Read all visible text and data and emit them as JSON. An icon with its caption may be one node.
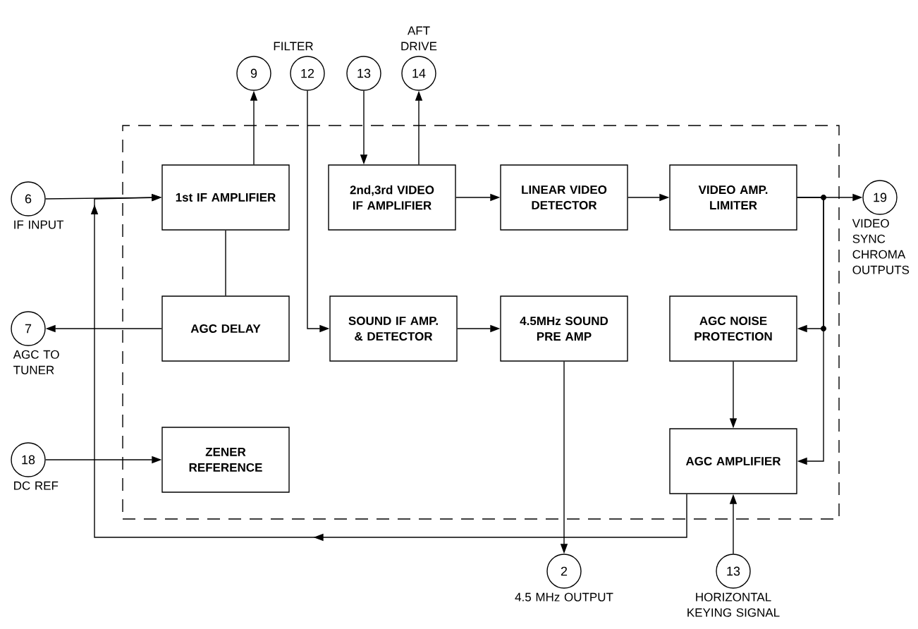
{
  "diagram": {
    "nodes": [
      {
        "text": [],
        "shape": "box"
      },
      {
        "text": [
          "1st IF AMPLIFIER"
        ],
        "in": 0
      },
      {
        "text": [
          "2nd,3rd VIDEO IF AMPLIFIER"
        ],
        "in": 0
      },
      {
        "text": [
          "LINEAR VIDEO DETECTOR"
        ],
        "in": 0
      },
      {
        "text": [
          "VIDEO AMP. LIMITER"
        ],
        "in": 0
      },
      {
        "text": [
          "AGC DELAY"
        ],
        "in": 0
      },
      {
        "text": [
          "SOUND IF AMP. & DETECTOR"
        ],
        "in": 0
      },
      {
        "text": [
          "4.5MHz SOUND PRE AMP"
        ],
        "in": 0
      },
      {
        "text": [
          "AGC NOISE PROTECTION"
        ],
        "in": 0
      },
      {
        "text": [
          "ZENER REFERENCE"
        ],
        "in": 0
      },
      {
        "text": [
          "AGC AMPLIFIER"
        ],
        "in": 0
      },
      {
        "text": [
          "6"
        ],
        "beside": [
          "IF INPUT"
        ]
      },
      {
        "text": [
          "7"
        ],
        "beside": [
          "AGC TO TUNER"
        ]
      },
      {
        "text": [
          "18"
        ],
        "beside": [
          "DC REF"
        ]
      },
      {
        "text": [
          "9"
        ]
      },
      {
        "text": [
          "12"
        ],
        "beside": [
          "FILTER"
        ]
      },
      {
        "text": [
          "13"
        ]
      },
      {
        "text": [
          "14"
        ],
        "beside": [
          "AFT DRIVE"
        ]
      },
      {
        "text": [
          "19"
        ],
        "beside": [
          "VIDEO SYNC CHROMA OUTPUTS"
        ]
      },
      {
        "text": [
          "2"
        ],
        "beside": [
          "4.5 MHz OUTPUT"
        ]
      },
      {
        "text": [
          "13"
        ],
        "beside": [
          "HORIZONTAL KEYING SIGNAL"
        ]
      }
    ],
    "edges": [
      {
        "from": 11,
        "to": 1,
        "arrow": "to"
      },
      {
        "from": 1,
        "to": 14,
        "arrow": "to"
      },
      {
        "from": 1,
        "to": 5,
        "arrow": "none"
      },
      {
        "from": 5,
        "to": 12,
        "arrow": "to"
      },
      {
        "from": 15,
        "to": 6,
        "arrow": "to"
      },
      {
        "from": 16,
        "to": 2,
        "arrow": "to"
      },
      {
        "from": 2,
        "to": 17,
        "arrow": "to"
      },
      {
        "from": 2,
        "to": 3,
        "arrow": "to"
      },
      {
        "from": 3,
        "to": 4,
        "arrow": "to"
      },
      {
        "from": 4,
        "to": 18,
        "arrow": "to"
      },
      {
        "from": 4,
        "to": 8,
        "arrow": "to"
      },
      {
        "from": 4,
        "to": 10,
        "arrow": "to"
      },
      {
        "from": 8,
        "to": 10,
        "arrow": "to"
      },
      {
        "from": 20,
        "to": 10,
        "arrow": "to"
      },
      {
        "from": 6,
        "to": 7,
        "arrow": "to"
      },
      {
        "from": 7,
        "to": 19,
        "arrow": "to"
      },
      {
        "from": 13,
        "to": 9,
        "arrow": "to"
      },
      {
        "from": 10,
        "to": 1,
        "arrow": "to"
      }
    ]
  }
}
